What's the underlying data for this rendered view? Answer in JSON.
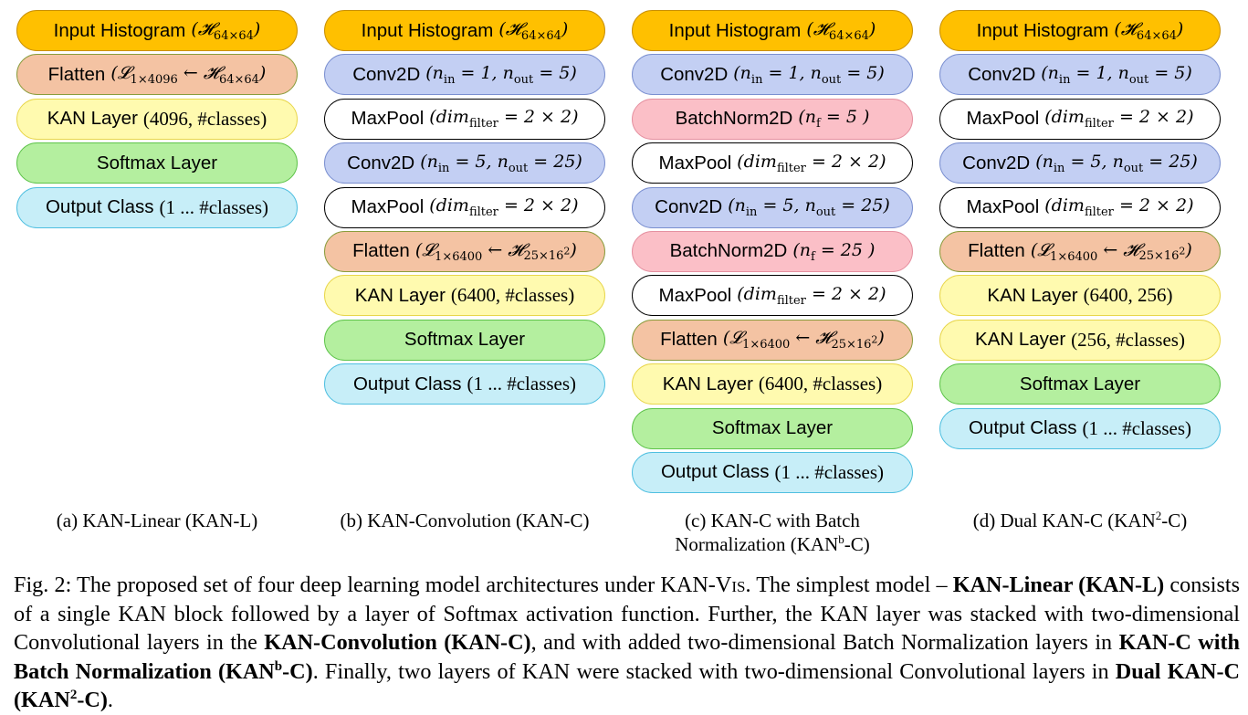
{
  "figure": {
    "columns": [
      {
        "id": "a",
        "layers": [
          {
            "type": "input",
            "label": "Input Histogram",
            "math": "(𝓗<sub>64×64</sub>)"
          },
          {
            "type": "flatten",
            "label": "Flatten",
            "math": "(𝓛<sub>1×4096</sub> ← 𝓗<sub>64×64</sub>)"
          },
          {
            "type": "kan",
            "label": "KAN Layer",
            "num": "(4096, #classes)"
          },
          {
            "type": "softmax",
            "label": "Softmax Layer"
          },
          {
            "type": "output",
            "label": "Output Class",
            "num": "(1 ... #classes)"
          }
        ],
        "caption": "(a) KAN-Linear (KAN-L)"
      },
      {
        "id": "b",
        "layers": [
          {
            "type": "input",
            "label": "Input Histogram",
            "math": "(𝓗<sub>64×64</sub>)"
          },
          {
            "type": "conv",
            "label": "Conv2D",
            "math": "(n<sub>in</sub> = 1, n<sub>out</sub> = 5)"
          },
          {
            "type": "pool",
            "label": "MaxPool",
            "math": "(dim<sub>filter</sub> = 2 × 2)"
          },
          {
            "type": "conv",
            "label": "Conv2D",
            "math": "(n<sub>in</sub> = 5, n<sub>out</sub> = 25)"
          },
          {
            "type": "pool",
            "label": "MaxPool",
            "math": "(dim<sub>filter</sub> = 2 × 2)"
          },
          {
            "type": "flatten",
            "label": "Flatten",
            "math": "(𝓛<sub>1×6400</sub> ← 𝓗<sub>25×16<sup>2</sup></sub>)"
          },
          {
            "type": "kan",
            "label": "KAN Layer",
            "num": "(6400, #classes)"
          },
          {
            "type": "softmax",
            "label": "Softmax Layer"
          },
          {
            "type": "output",
            "label": "Output Class",
            "num": "(1 ... #classes)"
          }
        ],
        "caption": "(b) KAN-Convolution (KAN-C)"
      },
      {
        "id": "c",
        "layers": [
          {
            "type": "input",
            "label": "Input Histogram",
            "math": "(𝓗<sub>64×64</sub>)"
          },
          {
            "type": "conv",
            "label": "Conv2D",
            "math": "(n<sub>in</sub> = 1, n<sub>out</sub> = 5)"
          },
          {
            "type": "bn",
            "label": "BatchNorm2D",
            "math": "(n<sub>f</sub> = 5 )"
          },
          {
            "type": "pool",
            "label": "MaxPool",
            "math": "(dim<sub>filter</sub> = 2 × 2)"
          },
          {
            "type": "conv",
            "label": "Conv2D",
            "math": "(n<sub>in</sub> = 5, n<sub>out</sub> = 25)"
          },
          {
            "type": "bn",
            "label": "BatchNorm2D",
            "math": "(n<sub>f</sub> = 25 )"
          },
          {
            "type": "pool",
            "label": "MaxPool",
            "math": "(dim<sub>filter</sub> = 2 × 2)"
          },
          {
            "type": "flatten",
            "label": "Flatten",
            "math": "(𝓛<sub>1×6400</sub> ← 𝓗<sub>25×16<sup>2</sup></sub>)"
          },
          {
            "type": "kan",
            "label": "KAN Layer",
            "num": "(6400, #classes)"
          },
          {
            "type": "softmax",
            "label": "Softmax Layer"
          },
          {
            "type": "output",
            "label": "Output Class",
            "num": "(1 ... #classes)"
          }
        ],
        "caption": "(c) KAN-C with Batch<br>Normalization (KAN<sup>b</sup>-C)"
      },
      {
        "id": "d",
        "layers": [
          {
            "type": "input",
            "label": "Input Histogram",
            "math": "(𝓗<sub>64×64</sub>)"
          },
          {
            "type": "conv",
            "label": "Conv2D",
            "math": "(n<sub>in</sub> = 1, n<sub>out</sub> = 5)"
          },
          {
            "type": "pool",
            "label": "MaxPool",
            "math": "(dim<sub>filter</sub> = 2 × 2)"
          },
          {
            "type": "conv",
            "label": "Conv2D",
            "math": "(n<sub>in</sub> = 5, n<sub>out</sub> = 25)"
          },
          {
            "type": "pool",
            "label": "MaxPool",
            "math": "(dim<sub>filter</sub> = 2 × 2)"
          },
          {
            "type": "flatten",
            "label": "Flatten",
            "math": "(𝓛<sub>1×6400</sub> ← 𝓗<sub>25×16<sup>2</sup></sub>)"
          },
          {
            "type": "kan",
            "label": "KAN Layer",
            "num": "(6400, 256)"
          },
          {
            "type": "kan",
            "label": "KAN Layer",
            "num": "(256, #classes)"
          },
          {
            "type": "softmax",
            "label": "Softmax Layer"
          },
          {
            "type": "output",
            "label": "Output Class",
            "num": "(1 ... #classes)"
          }
        ],
        "caption": "(d) Dual KAN-C (KAN<sup>2</sup>-C)"
      }
    ]
  },
  "caption_html": "Fig. 2: The proposed set of four deep learning model architectures under KAN-<span class=\"sc\">Vis</span>. The simplest model – <b>KAN-Linear (KAN-L)</b> consists of a single KAN block followed by a layer of Softmax activation function. Further, the KAN layer was stacked with two-dimensional Convolutional layers in the <b>KAN-Convolution (KAN-C)</b>, and with added two-dimensional Batch Normalization layers in <b>KAN-C with Batch Normalization (KAN<sup>b</sup>-C)</b>. Finally, two layers of KAN were stacked with two-dimensional Convolutional layers in <b>Dual KAN-C (KAN<sup>2</sup>-C)</b>."
}
